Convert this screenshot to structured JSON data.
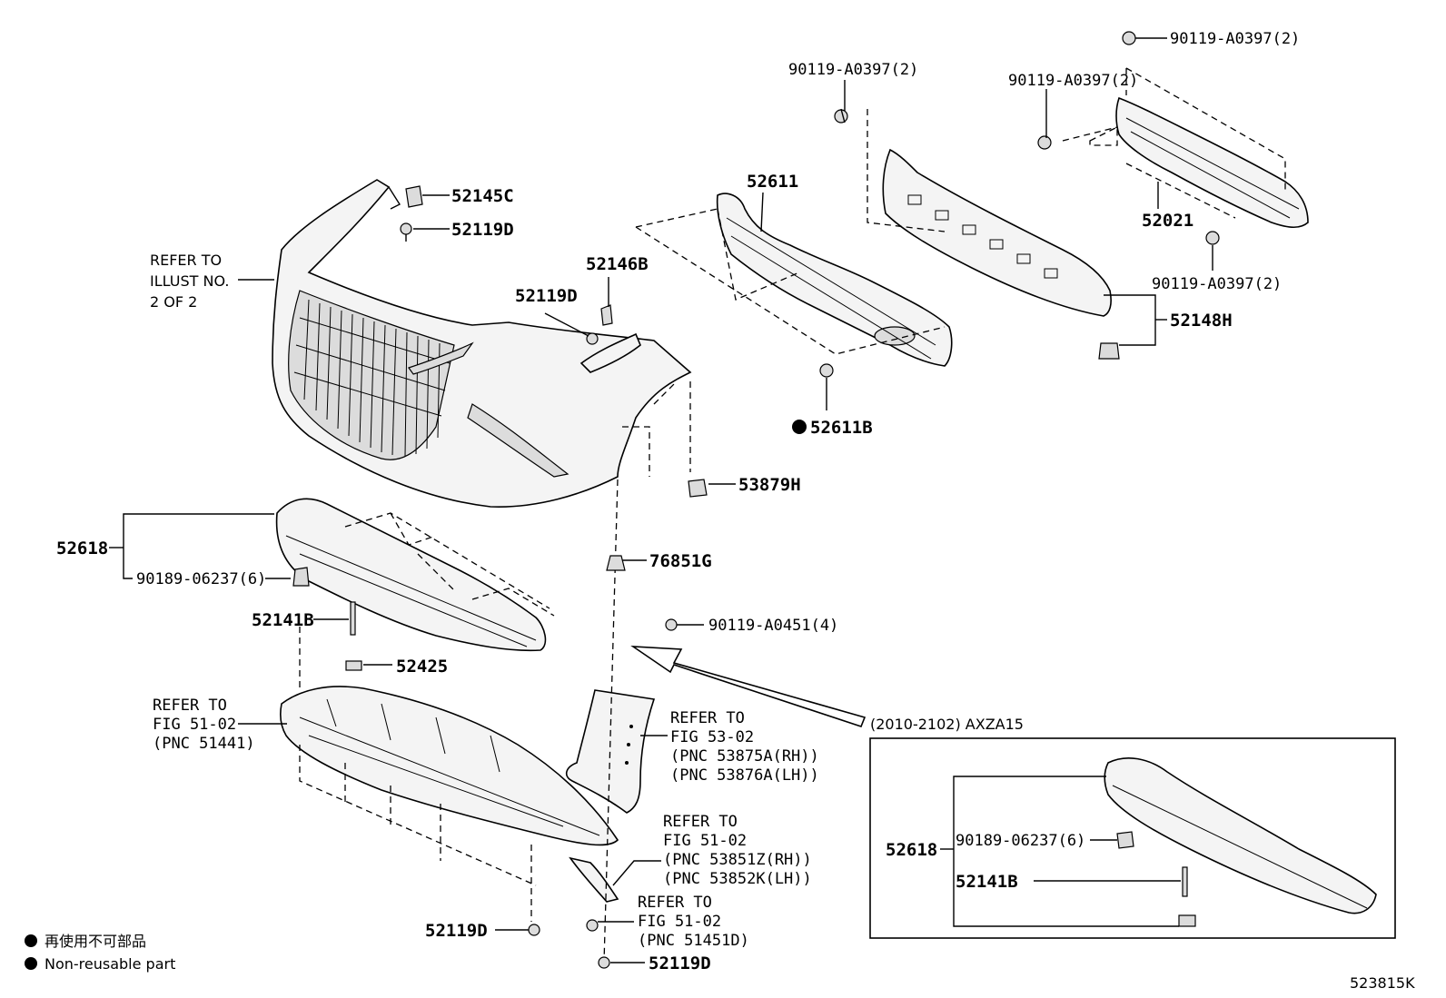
{
  "callouts": {
    "refer_illust": [
      "REFER TO",
      "ILLUST NO.",
      "2 OF 2"
    ],
    "p52145C": "52145C",
    "p52119D_a": "52119D",
    "p52146B": "52146B",
    "p52119D_b": "52119D",
    "p52611": "52611",
    "p52611B": "52611B",
    "p90119_top_left": "90119-A0397(2)",
    "p90119_top_mid": "90119-A0397(2)",
    "p90119_top_right": "90119-A0397(2)",
    "p52021": "52021",
    "p90119_right": "90119-A0397(2)",
    "p52148H": "52148H",
    "p53879H": "53879H",
    "p52618": "52618",
    "p90189": "90189-06237(6)",
    "p76851G": "76851G",
    "p52141B": "52141B",
    "p90119_A0451": "90119-A0451(4)",
    "p52425": "52425",
    "refer_fig5102_a": [
      "REFER TO",
      "FIG 51-02",
      "(PNC 51441)"
    ],
    "refer_fig5302": [
      "REFER TO",
      "FIG 53-02",
      "(PNC 53875A(RH))",
      "(PNC 53876A(LH))"
    ],
    "refer_fig5102_b": [
      "REFER TO",
      "FIG 51-02",
      "(PNC 53851Z(RH))",
      "(PNC 53852K(LH))"
    ],
    "refer_fig5102_c": [
      "REFER TO",
      "FIG 51-02",
      "(PNC 51451D)"
    ],
    "p52119D_c": "52119D",
    "p52119D_d": "52119D",
    "variant_label": "(2010-2102) AXZA15",
    "inset_52618": "52618",
    "inset_90189": "90189-06237(6)",
    "inset_52141B": "52141B"
  },
  "legend": {
    "line1": "再使用不可部品",
    "line2": "Non-reusable part"
  },
  "figure_id": "523815K"
}
